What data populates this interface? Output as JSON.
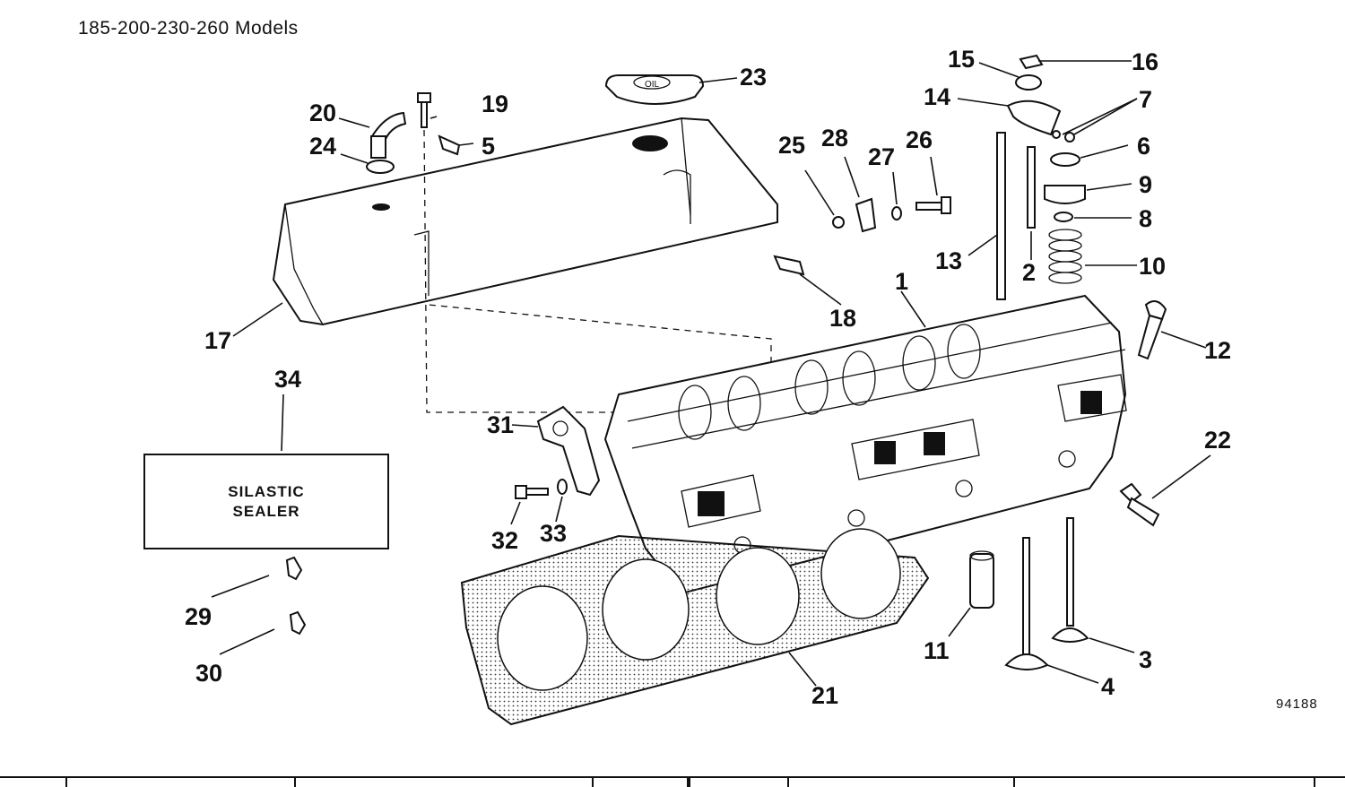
{
  "title": "185-200-230-260 Models",
  "figure_number": "94188",
  "sealer_box": {
    "line1": "SILASTIC",
    "line2": "SEALER"
  },
  "oil_cap_text": "OIL",
  "callouts": {
    "c1": "1",
    "c2": "2",
    "c3": "3",
    "c4": "4",
    "c5": "5",
    "c6": "6",
    "c7": "7",
    "c8": "8",
    "c9": "9",
    "c10": "10",
    "c11": "11",
    "c12": "12",
    "c13": "13",
    "c14": "14",
    "c15": "15",
    "c16": "16",
    "c17": "17",
    "c18": "18",
    "c19": "19",
    "c20": "20",
    "c21": "21",
    "c22": "22",
    "c23": "23",
    "c24": "24",
    "c25": "25",
    "c26": "26",
    "c27": "27",
    "c28": "28",
    "c29": "29",
    "c30": "30",
    "c31": "31",
    "c32": "32",
    "c33": "33",
    "c34": "34"
  }
}
